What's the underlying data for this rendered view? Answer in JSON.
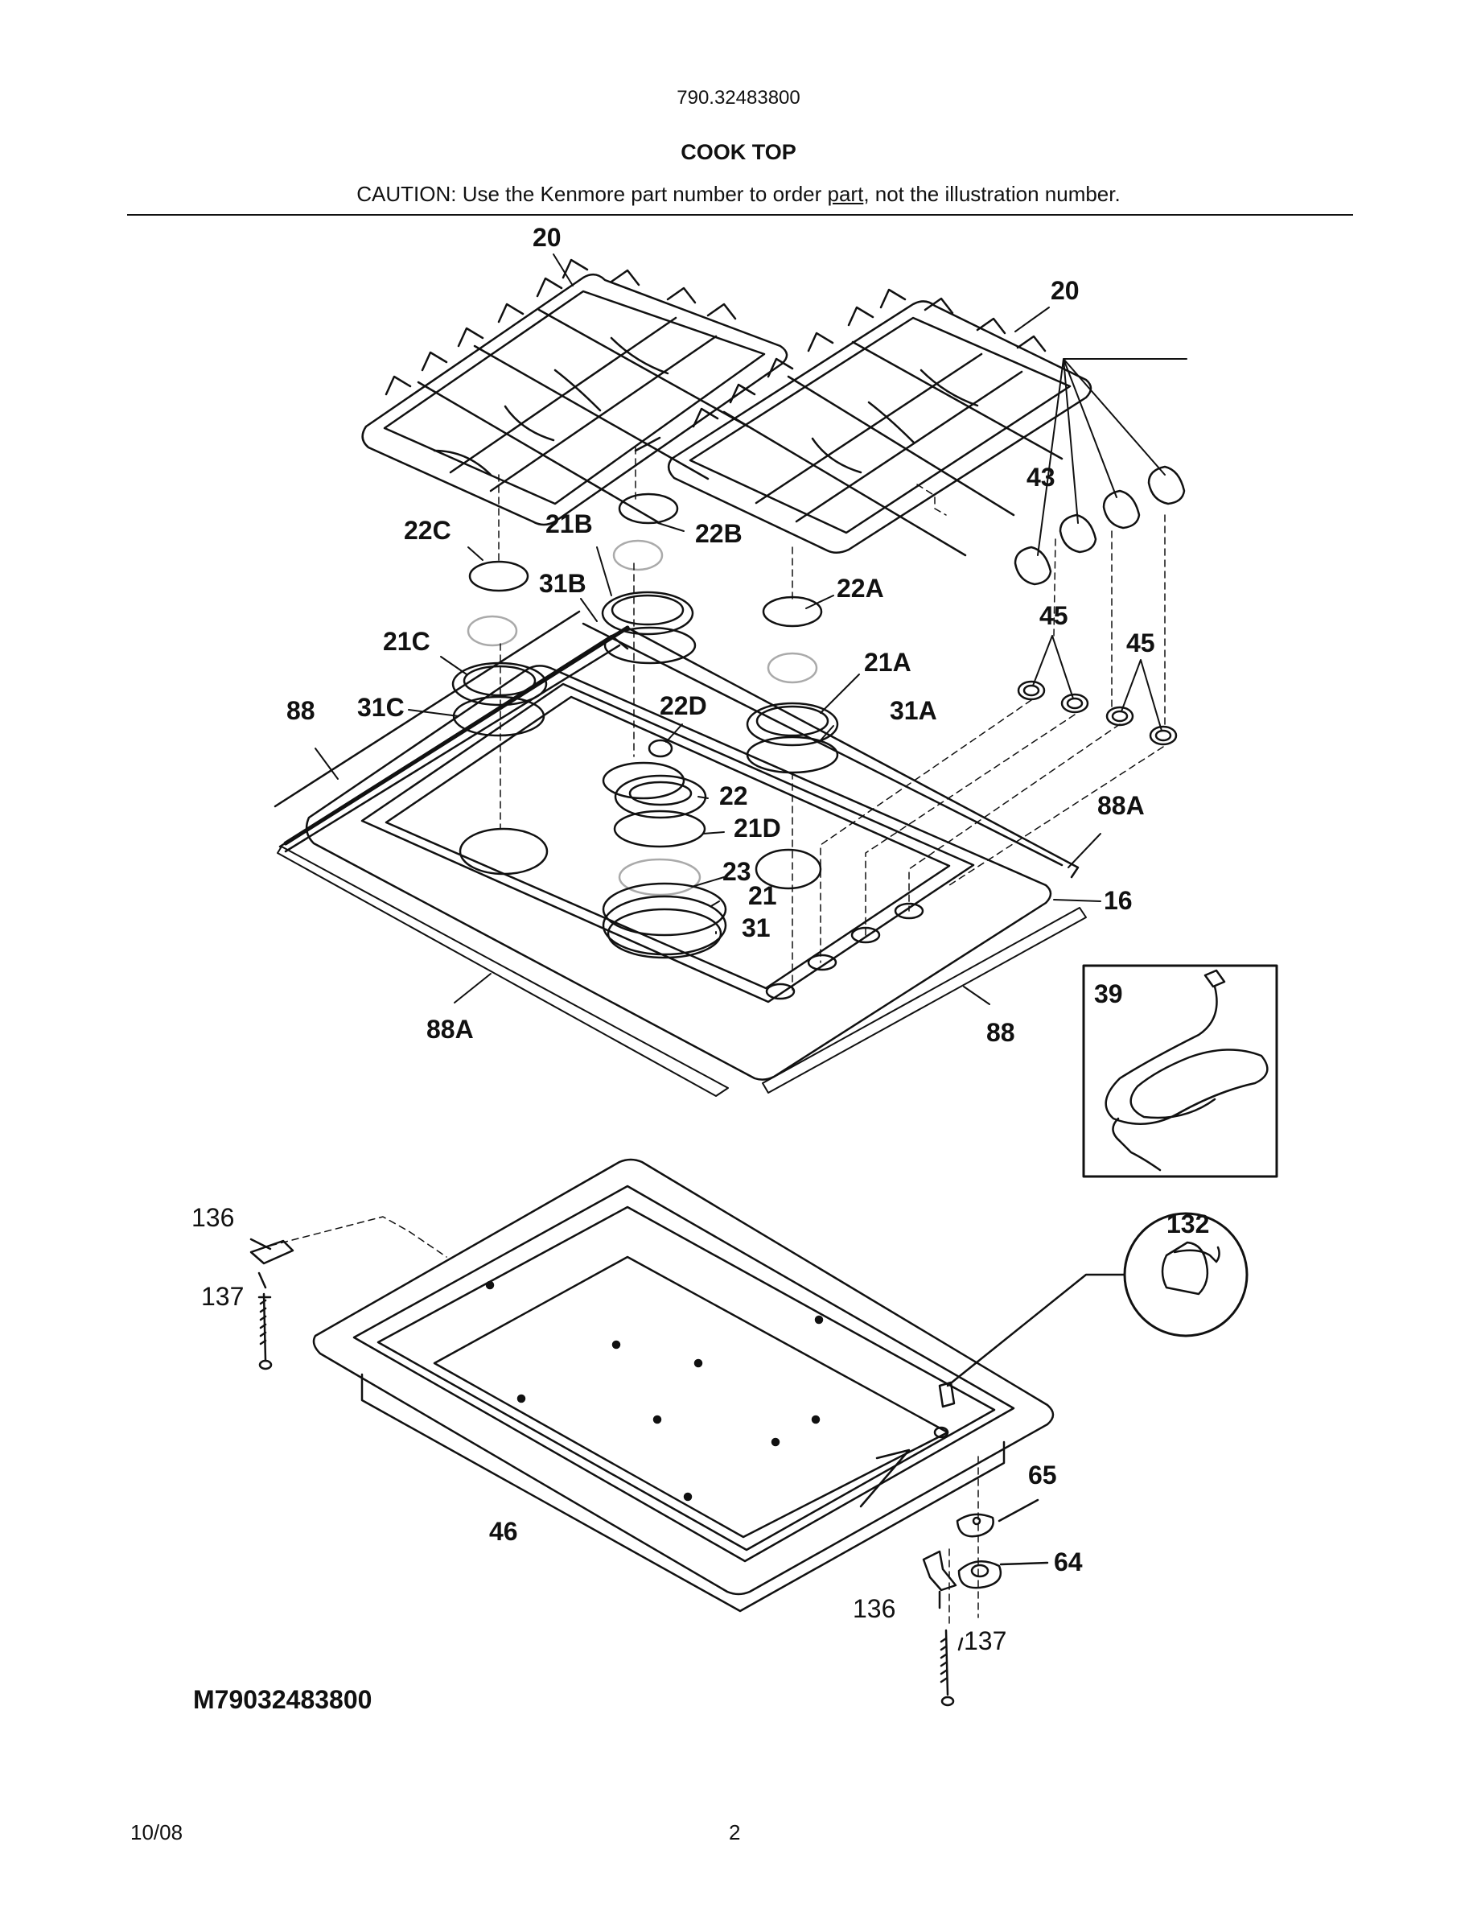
{
  "header": {
    "model_number": "790.32483800",
    "title": "COOK TOP",
    "caution_prefix": "CAUTION: Use the Kenmore part number to order ",
    "caution_underlined": "part",
    "caution_suffix": ", not the illustration number."
  },
  "callouts": {
    "grate_left": "20",
    "grate_right": "20",
    "knobs": "43",
    "bezel_left": "45",
    "bezel_right": "45",
    "cap_22C": "22C",
    "head_21B": "21B",
    "cap_22B": "22B",
    "ring_31B": "31B",
    "cap_22A": "22A",
    "head_21C": "21C",
    "head_21A": "21A",
    "trim_88_left": "88",
    "ring_31C": "31C",
    "cap_22D": "22D",
    "ring_31A": "31A",
    "cap_22": "22",
    "head_21D": "21D",
    "trim_88A_right": "88A",
    "part_23": "23",
    "part_21": "21",
    "cooktop_16": "16",
    "part_31": "31",
    "trim_88A_bottom": "88A",
    "trim_88_bottom": "88",
    "cord_39": "39",
    "spark_132": "132",
    "bracket_136_top": "136",
    "screw_137_top": "137",
    "pan_46": "46",
    "part_65": "65",
    "part_64": "64",
    "bracket_136_bottom": "136",
    "screw_137_bottom": "137"
  },
  "footer": {
    "diagram_code": "M79032483800",
    "date": "10/08",
    "page": "2"
  }
}
